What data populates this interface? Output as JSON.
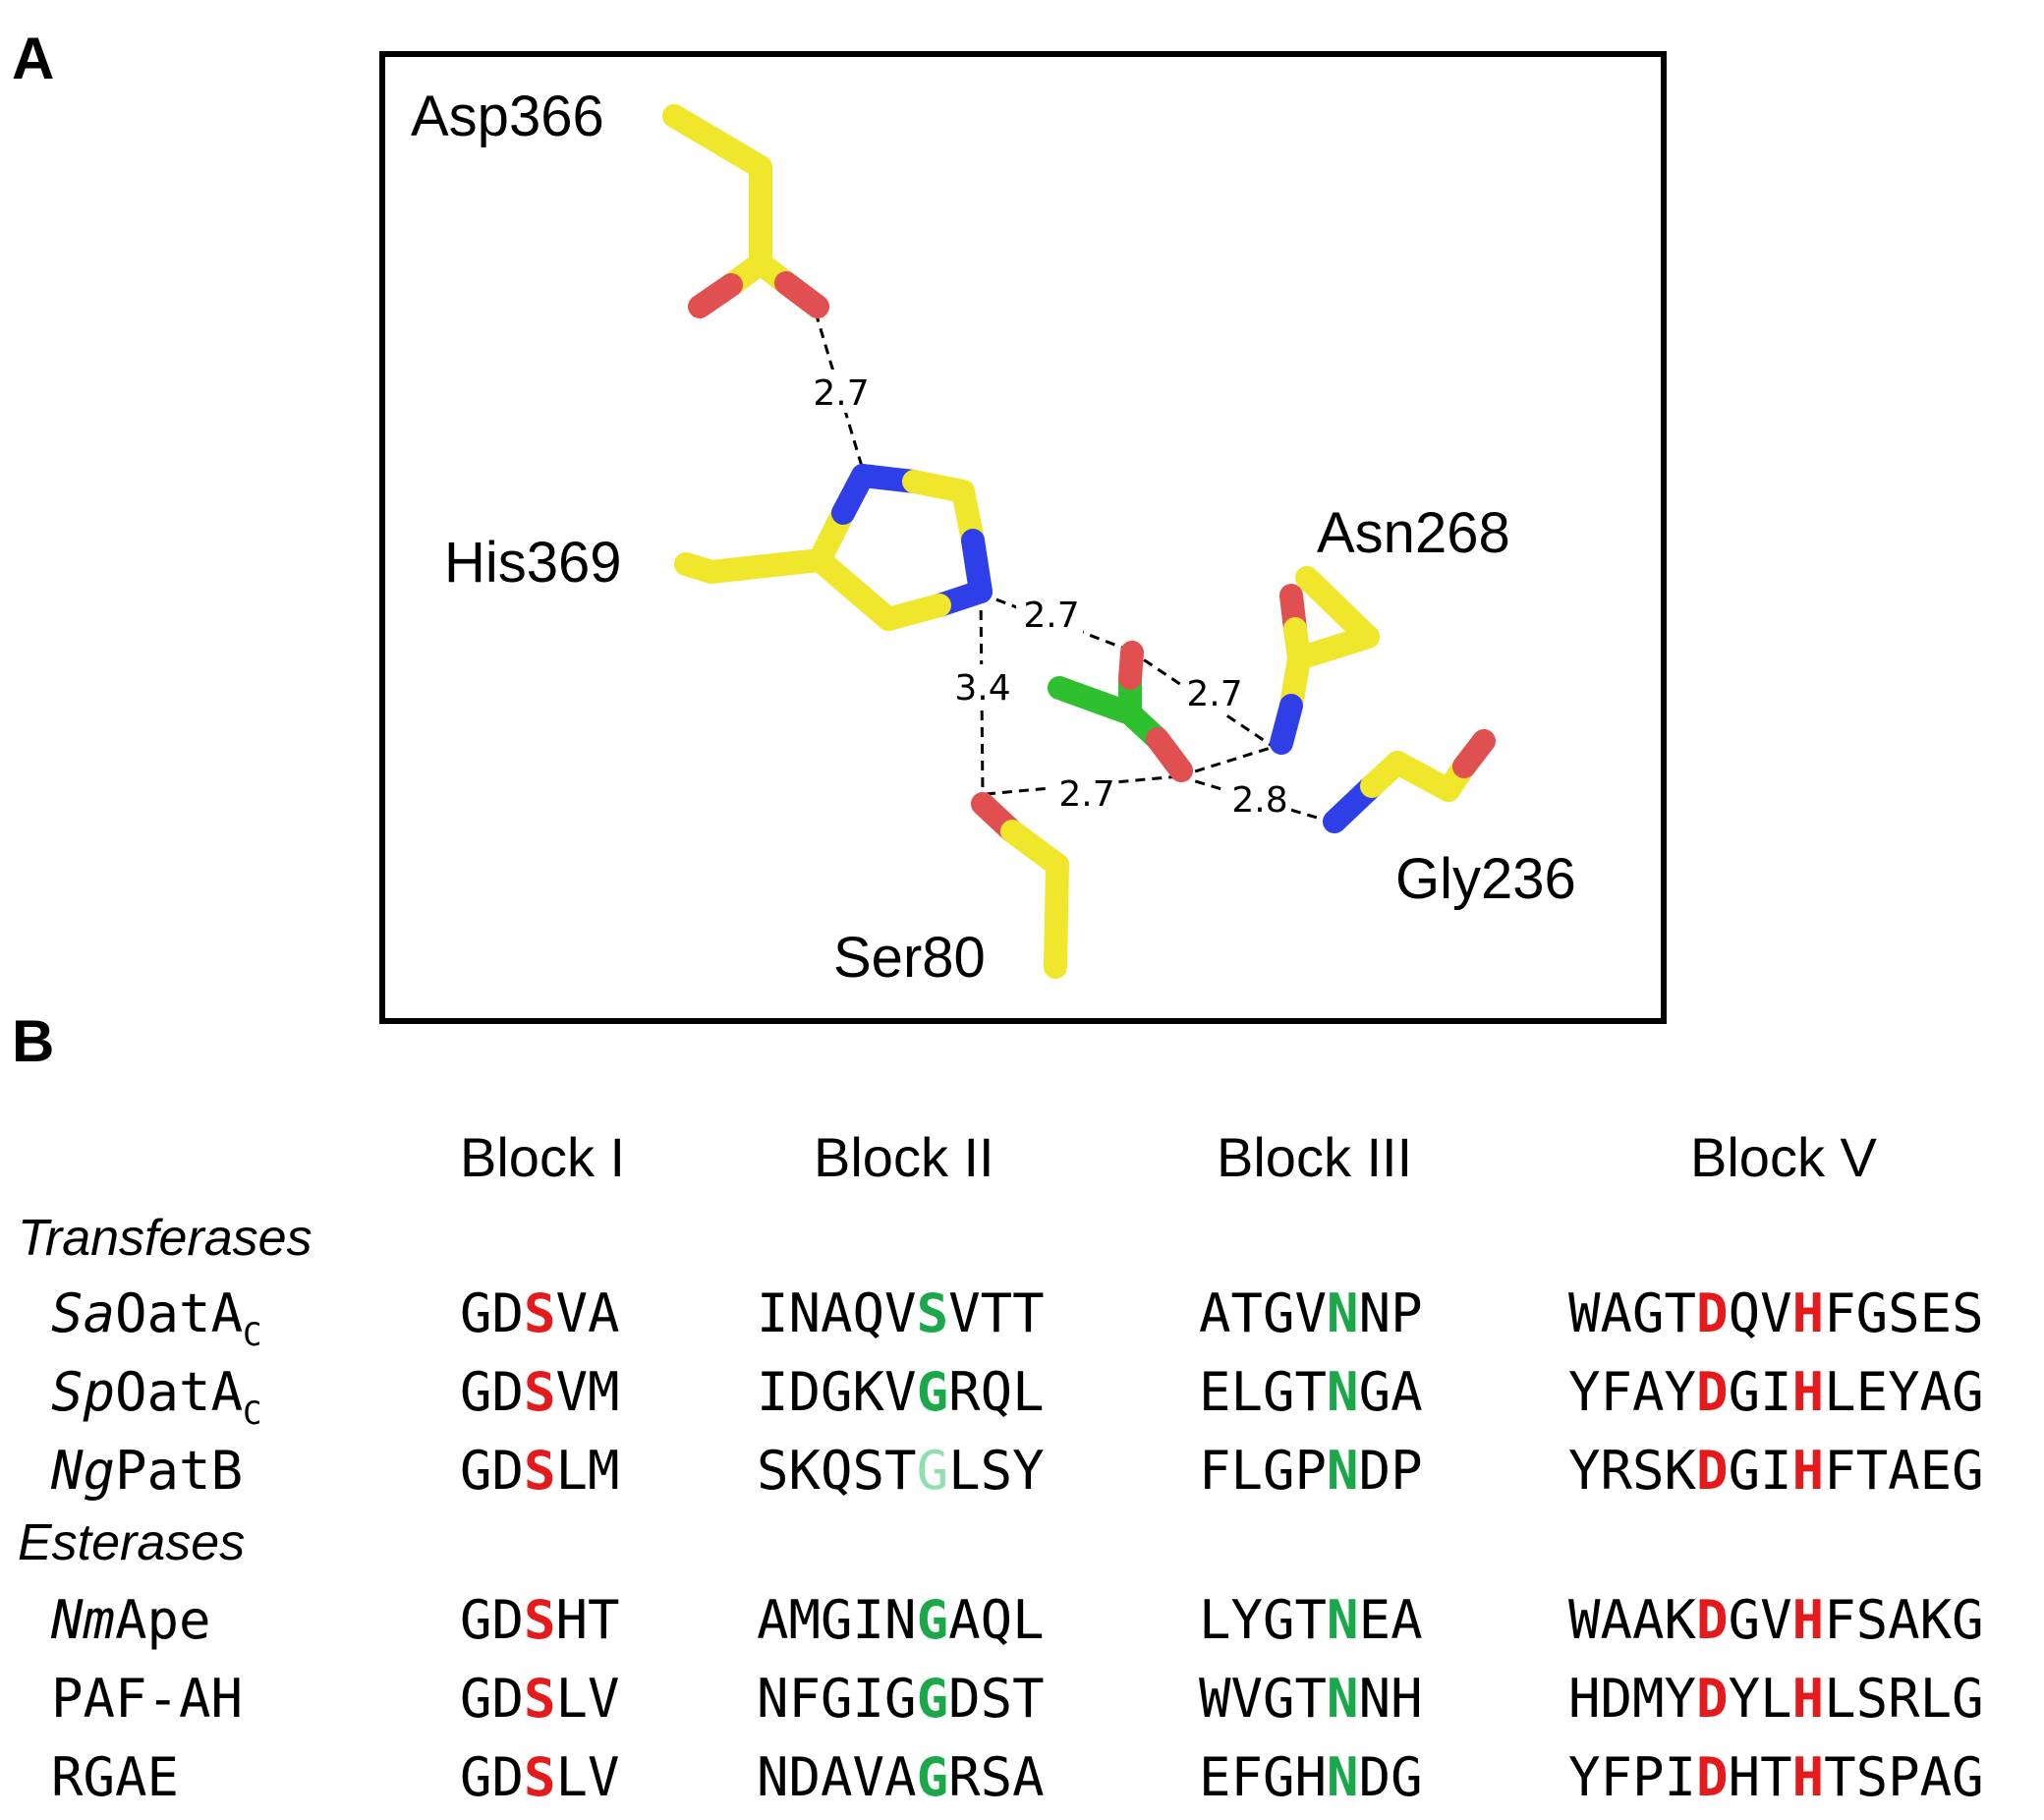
{
  "panels": {
    "a": "A",
    "b": "B"
  },
  "structure": {
    "residues": {
      "asp366": "Asp366",
      "his369": "His369",
      "asn268": "Asn268",
      "gly236": "Gly236",
      "ser80": "Ser80"
    },
    "distances": {
      "asp_his": "2.7",
      "his_lig": "2.7",
      "his_ser": "3.4",
      "lig_asn": "2.7",
      "ser_lig": "2.7",
      "lig_gly": "2.8"
    },
    "colors": {
      "carbon": "#f0e62c",
      "oxygen": "#e05050",
      "nitrogen": "#2f3fe8",
      "ligand_carbon": "#2fc02f",
      "hbond": "#000000"
    }
  },
  "alignment": {
    "block_headers": [
      "Block I",
      "Block II",
      "Block III",
      "Block V"
    ],
    "groups": {
      "transferases": "Transferases",
      "esterases": "Esterases"
    },
    "rows": [
      {
        "name": {
          "italic": "Sa",
          "rest": "OatA",
          "sub": "C"
        },
        "blocks": [
          {
            "pre": "GD",
            "h": "S",
            "post": "VA"
          },
          {
            "pre": "INAQV",
            "h": "S",
            "post": "VTT"
          },
          {
            "pre": "ATGV",
            "h": "N",
            "post": "NP"
          },
          {
            "pre": "WAGT",
            "h1": "D",
            "mid": "QV",
            "h2": "H",
            "post": "FGSES"
          }
        ]
      },
      {
        "name": {
          "italic": "Sp",
          "rest": "OatA",
          "sub": "C"
        },
        "blocks": [
          {
            "pre": "GD",
            "h": "S",
            "post": "VM"
          },
          {
            "pre": "IDGKV",
            "h": "G",
            "post": "RQL"
          },
          {
            "pre": "ELGT",
            "h": "N",
            "post": "GA"
          },
          {
            "pre": "YFAY",
            "h1": "D",
            "mid": "GI",
            "h2": "H",
            "post": "LEYAG"
          }
        ]
      },
      {
        "name": {
          "italic": "Ng",
          "rest": "PatB",
          "sub": ""
        },
        "blocks": [
          {
            "pre": "GD",
            "h": "S",
            "post": "LM"
          },
          {
            "pre": "SKQST",
            "h": "G",
            "post": "LSY"
          },
          {
            "pre": "FLGP",
            "h": "N",
            "post": "DP"
          },
          {
            "pre": "YRSK",
            "h1": "D",
            "mid": "GI",
            "h2": "H",
            "post": "FTAEG"
          }
        ]
      },
      {
        "name": {
          "italic": "Nm",
          "rest": "Ape",
          "sub": ""
        },
        "blocks": [
          {
            "pre": "GD",
            "h": "S",
            "post": "HT"
          },
          {
            "pre": "AMGIN",
            "h": "G",
            "post": "AQL"
          },
          {
            "pre": "LYGT",
            "h": "N",
            "post": "EA"
          },
          {
            "pre": "WAAK",
            "h1": "D",
            "mid": "GV",
            "h2": "H",
            "post": "FSAKG"
          }
        ]
      },
      {
        "name": {
          "italic": "",
          "rest": "PAF-AH",
          "sub": ""
        },
        "blocks": [
          {
            "pre": "GD",
            "h": "S",
            "post": "LV"
          },
          {
            "pre": "NFGIG",
            "h": "G",
            "post": "DST"
          },
          {
            "pre": "WVGT",
            "h": "N",
            "post": "NH"
          },
          {
            "pre": "HDMY",
            "h1": "D",
            "mid": "YL",
            "h2": "H",
            "post": "LSRLG"
          }
        ]
      },
      {
        "name": {
          "italic": "",
          "rest": "RGAE",
          "sub": ""
        },
        "blocks": [
          {
            "pre": "GD",
            "h": "S",
            "post": "LV"
          },
          {
            "pre": "NDAVA",
            "h": "G",
            "post": "RSA"
          },
          {
            "pre": "EFGH",
            "h": "N",
            "post": "DG"
          },
          {
            "pre": "YFPI",
            "h1": "D",
            "mid": "HT",
            "h2": "H",
            "post": "TSPAG"
          }
        ]
      }
    ]
  }
}
